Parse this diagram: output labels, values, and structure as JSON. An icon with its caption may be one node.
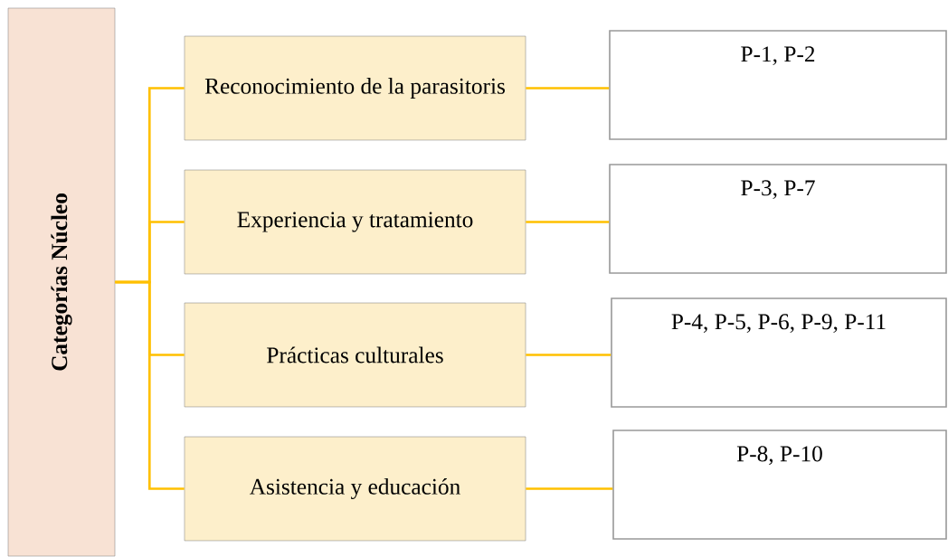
{
  "diagram": {
    "nodes": [
      {
        "text": [
          "Categorías Núcleo"
        ]
      },
      {
        "text": [
          "Reconocimiento de la parasitoris"
        ]
      },
      {
        "text": [
          "Experiencia y tratamiento"
        ]
      },
      {
        "text": [
          "Prácticas culturales"
        ]
      },
      {
        "text": [
          "Asistencia y educación"
        ]
      },
      {
        "text": [
          "P-1, P-2"
        ]
      },
      {
        "text": [
          "P-3, P-7"
        ]
      },
      {
        "text": [
          "P-4, P-5, P-6, P-9, P-11"
        ]
      },
      {
        "text": [
          "P-8, P-10"
        ]
      }
    ],
    "edges": [
      {
        "from": 0,
        "to": 1,
        "arrow": "none",
        "color": "#ffc000"
      },
      {
        "from": 0,
        "to": 2,
        "arrow": "none",
        "color": "#ffc000"
      },
      {
        "from": 0,
        "to": 3,
        "arrow": "none",
        "color": "#ffc000"
      },
      {
        "from": 0,
        "to": 4,
        "arrow": "none",
        "color": "#ffc000"
      },
      {
        "from": 1,
        "to": 5,
        "arrow": "none",
        "color": "#ffc000"
      },
      {
        "from": 2,
        "to": 6,
        "arrow": "none",
        "color": "#ffc000"
      },
      {
        "from": 3,
        "to": 7,
        "arrow": "none",
        "color": "#ffc000"
      },
      {
        "from": 4,
        "to": 8,
        "arrow": "none",
        "color": "#ffc000"
      }
    ]
  }
}
